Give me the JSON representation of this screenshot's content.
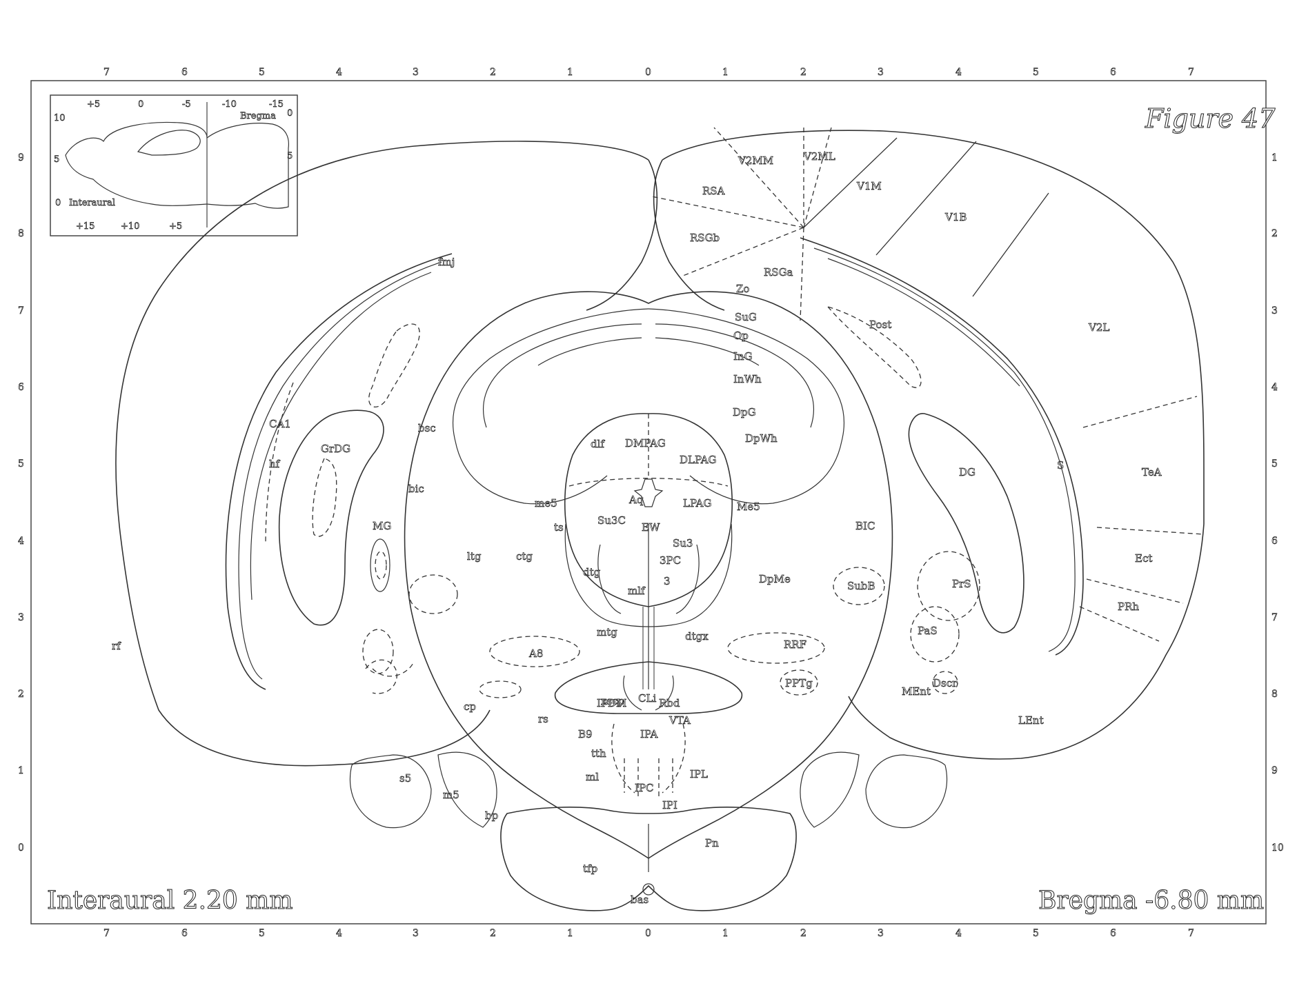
{
  "figure_title": "Figure 47",
  "interaural_label": "Interaural 2.20 mm",
  "bregma_label": "Bregma -6.80 mm",
  "top_ticks": [
    "7",
    "6",
    "5",
    "4",
    "3",
    "2",
    "1",
    "0",
    "1",
    "2",
    "3",
    "4",
    "5",
    "6",
    "7"
  ],
  "bottom_ticks": [
    "7",
    "6",
    "5",
    "4",
    "3",
    "2",
    "1",
    "0",
    "1",
    "2",
    "3",
    "4",
    "5",
    "6",
    "7"
  ],
  "left_ticks": [
    "9",
    "8",
    "7",
    "6",
    "5",
    "4",
    "3",
    "2",
    "1",
    "0"
  ],
  "right_ticks": [
    "1",
    "2",
    "3",
    "4",
    "5",
    "6",
    "7",
    "8",
    "9",
    "10"
  ],
  "inset": {
    "top_ticks": [
      "+5",
      "0",
      "-5",
      "-10",
      "-15"
    ],
    "bottom_ticks": [
      "+15",
      "+10",
      "+5"
    ],
    "left_ticks": [
      "10",
      "5",
      "0"
    ],
    "right_ticks": [
      "0",
      "5"
    ],
    "bregma": "Bregma",
    "interaural": "Interaural"
  },
  "regions": [
    {
      "id": "v2mm",
      "text": "V2MM"
    },
    {
      "id": "v2ml",
      "text": "V2ML"
    },
    {
      "id": "v1m",
      "text": "V1M"
    },
    {
      "id": "v1b",
      "text": "V1B"
    },
    {
      "id": "rsa",
      "text": "RSA"
    },
    {
      "id": "rsgb",
      "text": "RSGb"
    },
    {
      "id": "rsga",
      "text": "RSGa"
    },
    {
      "id": "zo",
      "text": "Zo"
    },
    {
      "id": "sug",
      "text": "SuG"
    },
    {
      "id": "op",
      "text": "Op"
    },
    {
      "id": "ing",
      "text": "InG"
    },
    {
      "id": "inwh",
      "text": "InWh"
    },
    {
      "id": "dpg",
      "text": "DpG"
    },
    {
      "id": "dpwh",
      "text": "DpWh"
    },
    {
      "id": "post",
      "text": "Post"
    },
    {
      "id": "v2l",
      "text": "V2L"
    },
    {
      "id": "fmj",
      "text": "fmj"
    },
    {
      "id": "ca1",
      "text": "CA1"
    },
    {
      "id": "hf",
      "text": "hf"
    },
    {
      "id": "grdg",
      "text": "GrDG"
    },
    {
      "id": "bsc",
      "text": "bsc"
    },
    {
      "id": "bic",
      "text": "bic"
    },
    {
      "id": "mg",
      "text": "MG"
    },
    {
      "id": "dlf",
      "text": "dlf"
    },
    {
      "id": "dmpag",
      "text": "DMPAG"
    },
    {
      "id": "dlpag",
      "text": "DLPAG"
    },
    {
      "id": "lpag",
      "text": "LPAG"
    },
    {
      "id": "aq",
      "text": "Aq"
    },
    {
      "id": "me5l",
      "text": "me5"
    },
    {
      "id": "me5r",
      "text": "Me5"
    },
    {
      "id": "ts",
      "text": "ts"
    },
    {
      "id": "su3c",
      "text": "Su3C"
    },
    {
      "id": "ew",
      "text": "EW"
    },
    {
      "id": "su3",
      "text": "Su3"
    },
    {
      "id": "3pc",
      "text": "3PC"
    },
    {
      "id": "n3",
      "text": "3"
    },
    {
      "id": "mlf",
      "text": "mlf"
    },
    {
      "id": "dtg",
      "text": "dtg"
    },
    {
      "id": "ltg",
      "text": "ltg"
    },
    {
      "id": "ctg",
      "text": "ctg"
    },
    {
      "id": "dg",
      "text": "DG"
    },
    {
      "id": "s",
      "text": "S"
    },
    {
      "id": "tea",
      "text": "TeA"
    },
    {
      "id": "bicr",
      "text": "BIC"
    },
    {
      "id": "dpme",
      "text": "DpMe"
    },
    {
      "id": "subb",
      "text": "SubB"
    },
    {
      "id": "prs",
      "text": "PrS"
    },
    {
      "id": "ect",
      "text": "Ect"
    },
    {
      "id": "prh",
      "text": "PRh"
    },
    {
      "id": "pas",
      "text": "PaS"
    },
    {
      "id": "mtg",
      "text": "mtg"
    },
    {
      "id": "dtgx",
      "text": "dtgx"
    },
    {
      "id": "a8",
      "text": "A8"
    },
    {
      "id": "rrf",
      "text": "RRF"
    },
    {
      "id": "rf",
      "text": "rf"
    },
    {
      "id": "xscp",
      "text": "xscp"
    },
    {
      "id": "cli",
      "text": "CLi"
    },
    {
      "id": "pptg",
      "text": "PPTg"
    },
    {
      "id": "ment",
      "text": "MEnt"
    },
    {
      "id": "dscr",
      "text": "Dscr"
    },
    {
      "id": "cp",
      "text": "cp"
    },
    {
      "id": "ipdm",
      "text": "IPDM"
    },
    {
      "id": "rbd",
      "text": "Rbd"
    },
    {
      "id": "vta",
      "text": "VTA"
    },
    {
      "id": "rs",
      "text": "rs"
    },
    {
      "id": "b9",
      "text": "B9"
    },
    {
      "id": "ipa",
      "text": "IPA"
    },
    {
      "id": "lent",
      "text": "LEnt"
    },
    {
      "id": "tth",
      "text": "tth"
    },
    {
      "id": "ml",
      "text": "ml"
    },
    {
      "id": "ipl",
      "text": "IPL"
    },
    {
      "id": "s5",
      "text": "s5"
    },
    {
      "id": "ipc",
      "text": "IPC"
    },
    {
      "id": "m5",
      "text": "m5"
    },
    {
      "id": "ipi",
      "text": "IPI"
    },
    {
      "id": "bp",
      "text": "bp"
    },
    {
      "id": "pn",
      "text": "Pn"
    },
    {
      "id": "tfp",
      "text": "tfp"
    },
    {
      "id": "bas",
      "text": "bas"
    }
  ]
}
